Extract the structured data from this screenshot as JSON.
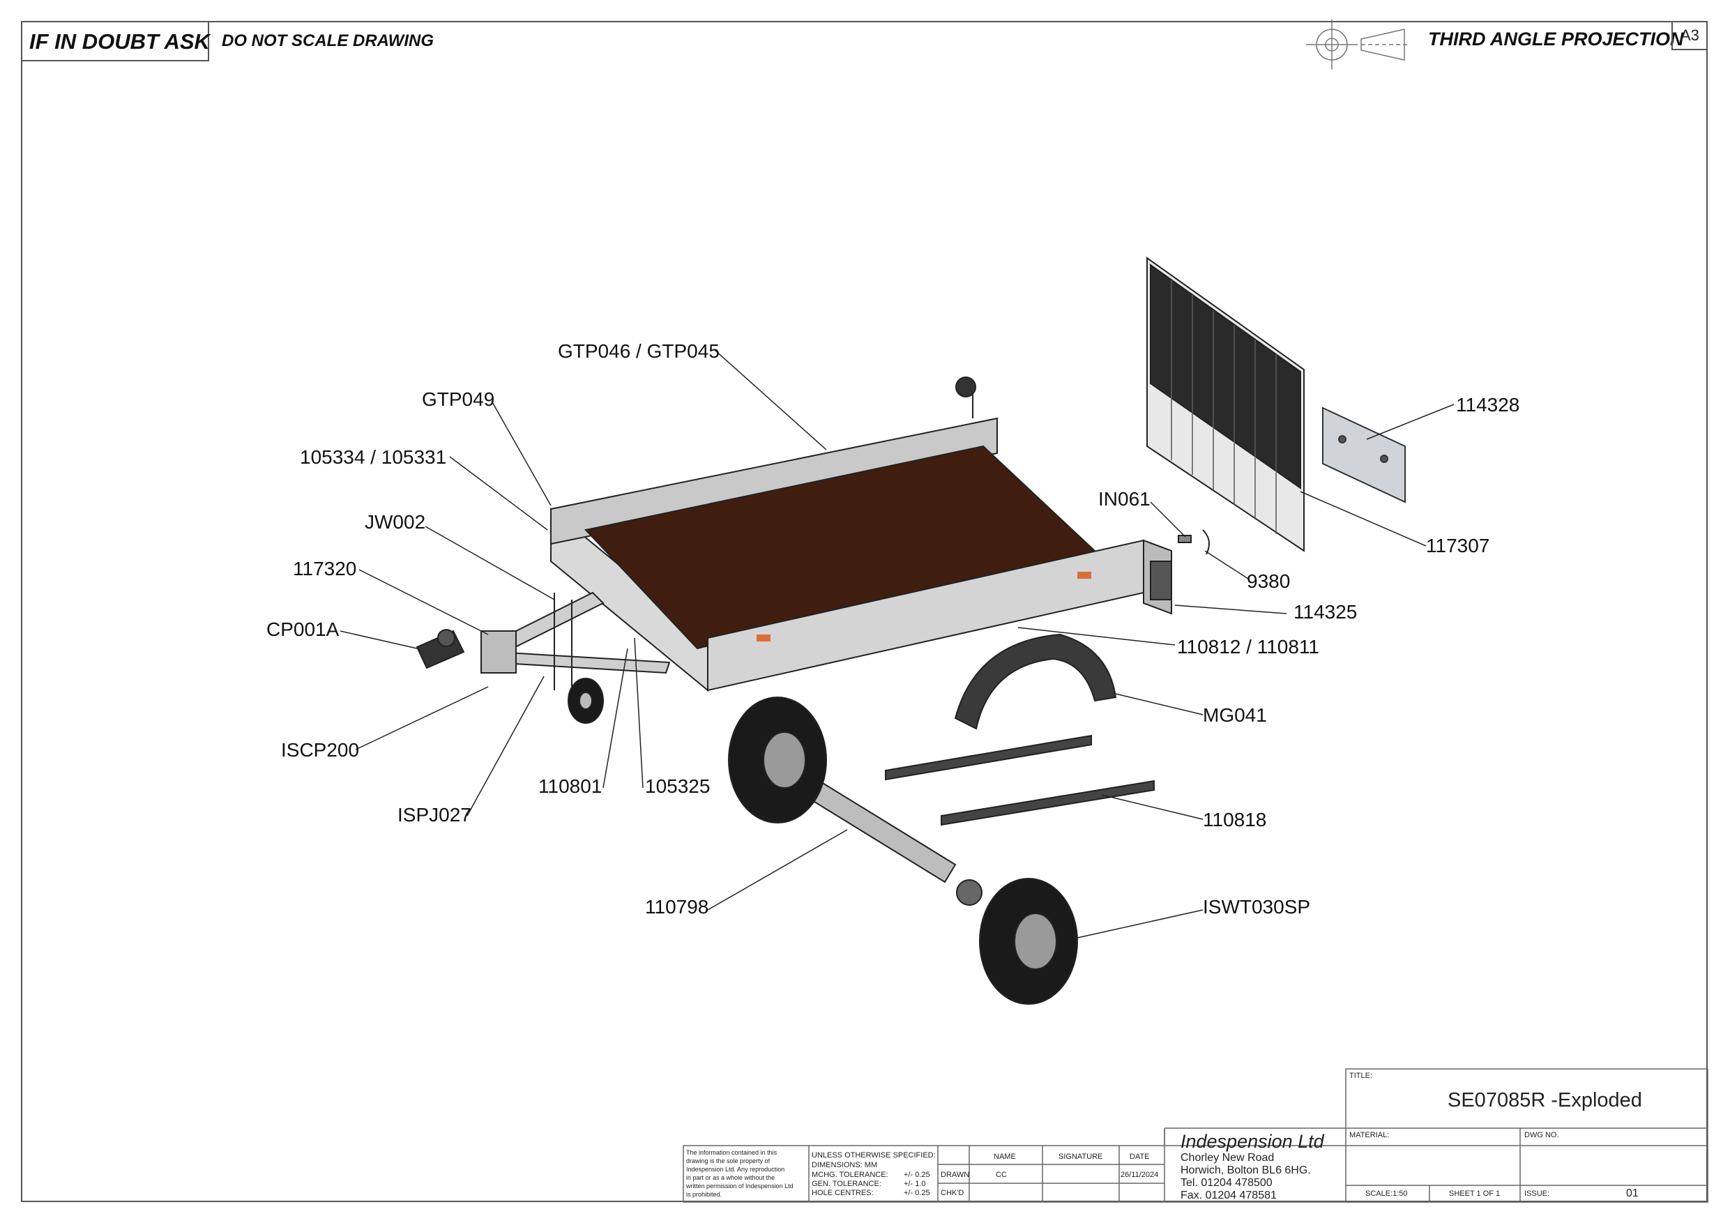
{
  "header": {
    "warning": "IF IN DOUBT ASK",
    "scale_note": "DO NOT SCALE DRAWING",
    "projection": "THIRD ANGLE PROJECTION",
    "sheet_size": "A3"
  },
  "callouts": [
    "GTP046 / GTP045",
    "GTP049",
    "105334 / 105331",
    "JW002",
    "117320",
    "CP001A",
    "ISCP200",
    "ISPJ027",
    "110801",
    "105325",
    "110798",
    "114328",
    "117307",
    "IN061",
    "9380",
    "114325",
    "110812 / 110811",
    "MG041",
    "110818",
    "ISWT030SP"
  ],
  "title_block": {
    "title_label": "TITLE:",
    "title": "SE07085R -Exploded",
    "material_label": "MATERIAL:",
    "dwg_no_label": "DWG NO.",
    "scale": "SCALE:1:50",
    "sheet": "SHEET 1 OF 1",
    "issue_label": "ISSUE:",
    "issue": "01",
    "company": "Indespension Ltd",
    "address": [
      "Chorley New Road",
      "Horwich, Bolton BL6 6HG.",
      "Tel. 01204 478500",
      "Fax. 01204 478581"
    ],
    "disclaimer": [
      "The information contained in this",
      "drawing is the sole property of",
      "Indespension Ltd. Any reproduction",
      "in part or as a whole without the",
      "written permission of Indespension Ltd",
      "is prohibited."
    ],
    "tolerances": {
      "heading": "UNLESS OTHERWISE SPECIFIED:",
      "dimensions": "DIMENSIONS:  MM",
      "rows": [
        {
          "label": "MCHG. TOLERANCE:",
          "value": "+/- 0.25"
        },
        {
          "label": "GEN. TOLERANCE:",
          "value": "+/- 1.0"
        },
        {
          "label": "HOLE CENTRES:",
          "value": "+/- 0.25"
        }
      ]
    },
    "sign_headers": {
      "name": "NAME",
      "signature": "SIGNATURE",
      "date": "DATE"
    },
    "drawn_label": "DRAWN",
    "drawn_name": "CC",
    "drawn_date": "26/11/2024",
    "checked_label": "CHK'D"
  },
  "colors": {
    "line": "#333333",
    "bed": "#3f1e10",
    "panel": "#d9d9d9",
    "tyre": "#1a1a1a",
    "mesh": "#2a2a2a",
    "reflector": "#d9703a"
  }
}
